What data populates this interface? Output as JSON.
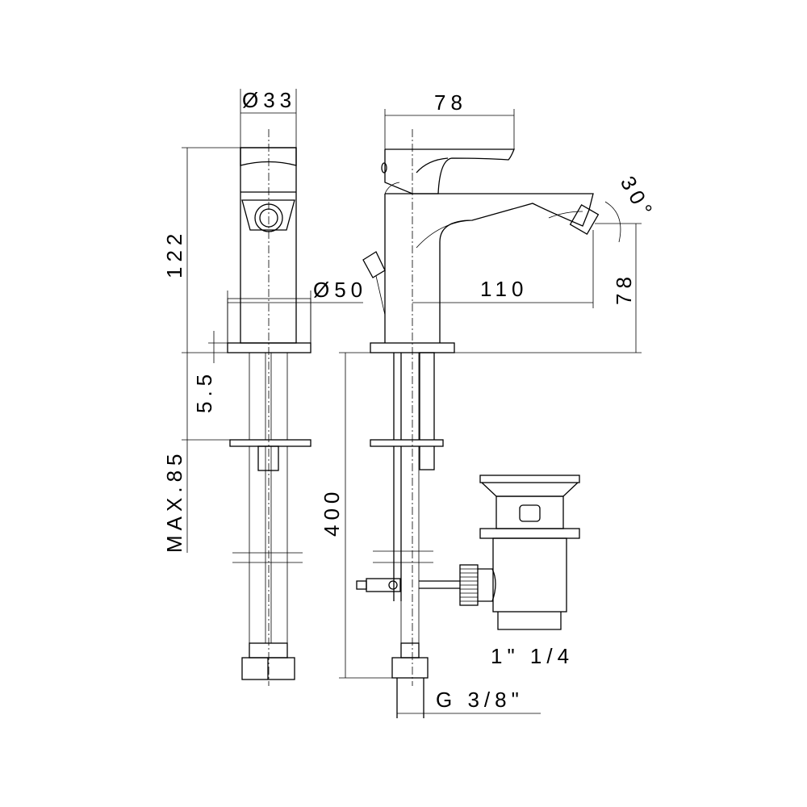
{
  "title": "Bidet mixer technical drawing",
  "dimensions": {
    "front_diameter_top": "Ø33",
    "front_height": "122",
    "front_base_thickness": "5.5",
    "front_max_deck": "MAX.85",
    "base_diameter": "Ø50",
    "handle_length": "78",
    "spout_reach": "110",
    "spout_height": "78",
    "spout_angle": "30°",
    "hose_length": "400",
    "drain_size": "1\" 1/4",
    "thread_size": "G 3/8\""
  }
}
